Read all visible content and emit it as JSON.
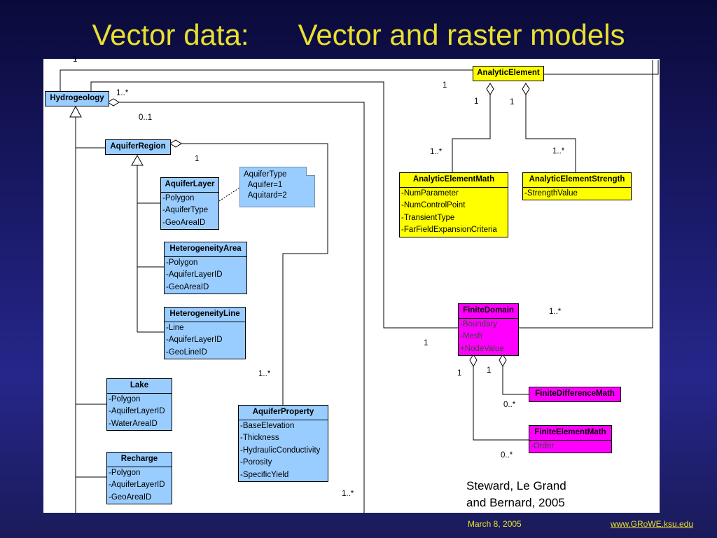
{
  "slide": {
    "title": "Vector data:      Vector and raster models",
    "footer_date": "March 8, 2005",
    "footer_link": "www.GRoWE.ksu.edu"
  },
  "credit": {
    "line1": "Steward, Le Grand",
    "line2": "and Bernard, 2005"
  },
  "note": {
    "lines": [
      "AquiferType",
      "  Aquifer=1",
      "  Aquitard=2"
    ]
  },
  "classes": {
    "hydrogeology": {
      "name": "Hydrogeology",
      "attrs": []
    },
    "aquifer_region": {
      "name": "AquiferRegion",
      "attrs": []
    },
    "aquifer_layer": {
      "name": "AquiferLayer",
      "attrs": [
        "-Polygon",
        "-AquiferType",
        "-GeoAreaID"
      ]
    },
    "heterogeneity_area": {
      "name": "HeterogeneityArea",
      "attrs": [
        "-Polygon",
        "-AquiferLayerID",
        "-GeoAreaID"
      ]
    },
    "heterogeneity_line": {
      "name": "HeterogeneityLine",
      "attrs": [
        "-Line",
        "-AquiferLayerID",
        "-GeoLineID"
      ]
    },
    "lake": {
      "name": "Lake",
      "attrs": [
        "-Polygon",
        "-AquiferLayerID",
        "-WaterAreaID"
      ]
    },
    "recharge": {
      "name": "Recharge",
      "attrs": [
        "-Polygon",
        "-AquiferLayerID",
        "-GeoAreaID"
      ]
    },
    "aquifer_property": {
      "name": "AquiferProperty",
      "attrs": [
        "-BaseElevation",
        "-Thickness",
        "-HydraulicConductivity",
        "-Porosity",
        "-SpecificYield"
      ]
    },
    "analytic_element": {
      "name": "AnalyticElement",
      "attrs": []
    },
    "analytic_element_math": {
      "name": "AnalyticElementMath",
      "attrs": [
        "-NumParameter",
        "-NumControlPoint",
        "-TransientType",
        "-FarFieldExpansionCriteria"
      ]
    },
    "analytic_element_strength": {
      "name": "AnalyticElementStrength",
      "attrs": [
        "-StrengthValue"
      ]
    },
    "finite_domain": {
      "name": "FiniteDomain",
      "attrs": [
        "-Boundary",
        "-Mesh",
        "+NodeValue"
      ]
    },
    "finite_difference_math": {
      "name": "FiniteDifferenceMath",
      "attrs": []
    },
    "finite_element_math": {
      "name": "FiniteElementMath",
      "attrs": [
        "-Order"
      ]
    }
  },
  "multiplicities": {
    "m_top_1": "1",
    "m_hydro_1n": "1..*",
    "m_hydro_01": "0..1",
    "m_region_1": "1",
    "m_ae_1a": "1",
    "m_ae_1b": "1",
    "m_ae_1c": "1",
    "m_aem_1n": "1..*",
    "m_aes_1n": "1..*",
    "m_fd_1n": "1..*",
    "m_fd_1a": "1",
    "m_fd_1b": "1",
    "m_fd_1c": "1",
    "m_fdm_0n": "0..*",
    "m_fem_0n": "0..*",
    "m_prop_1n": "1..*",
    "m_bottom_1n": "1..*"
  }
}
